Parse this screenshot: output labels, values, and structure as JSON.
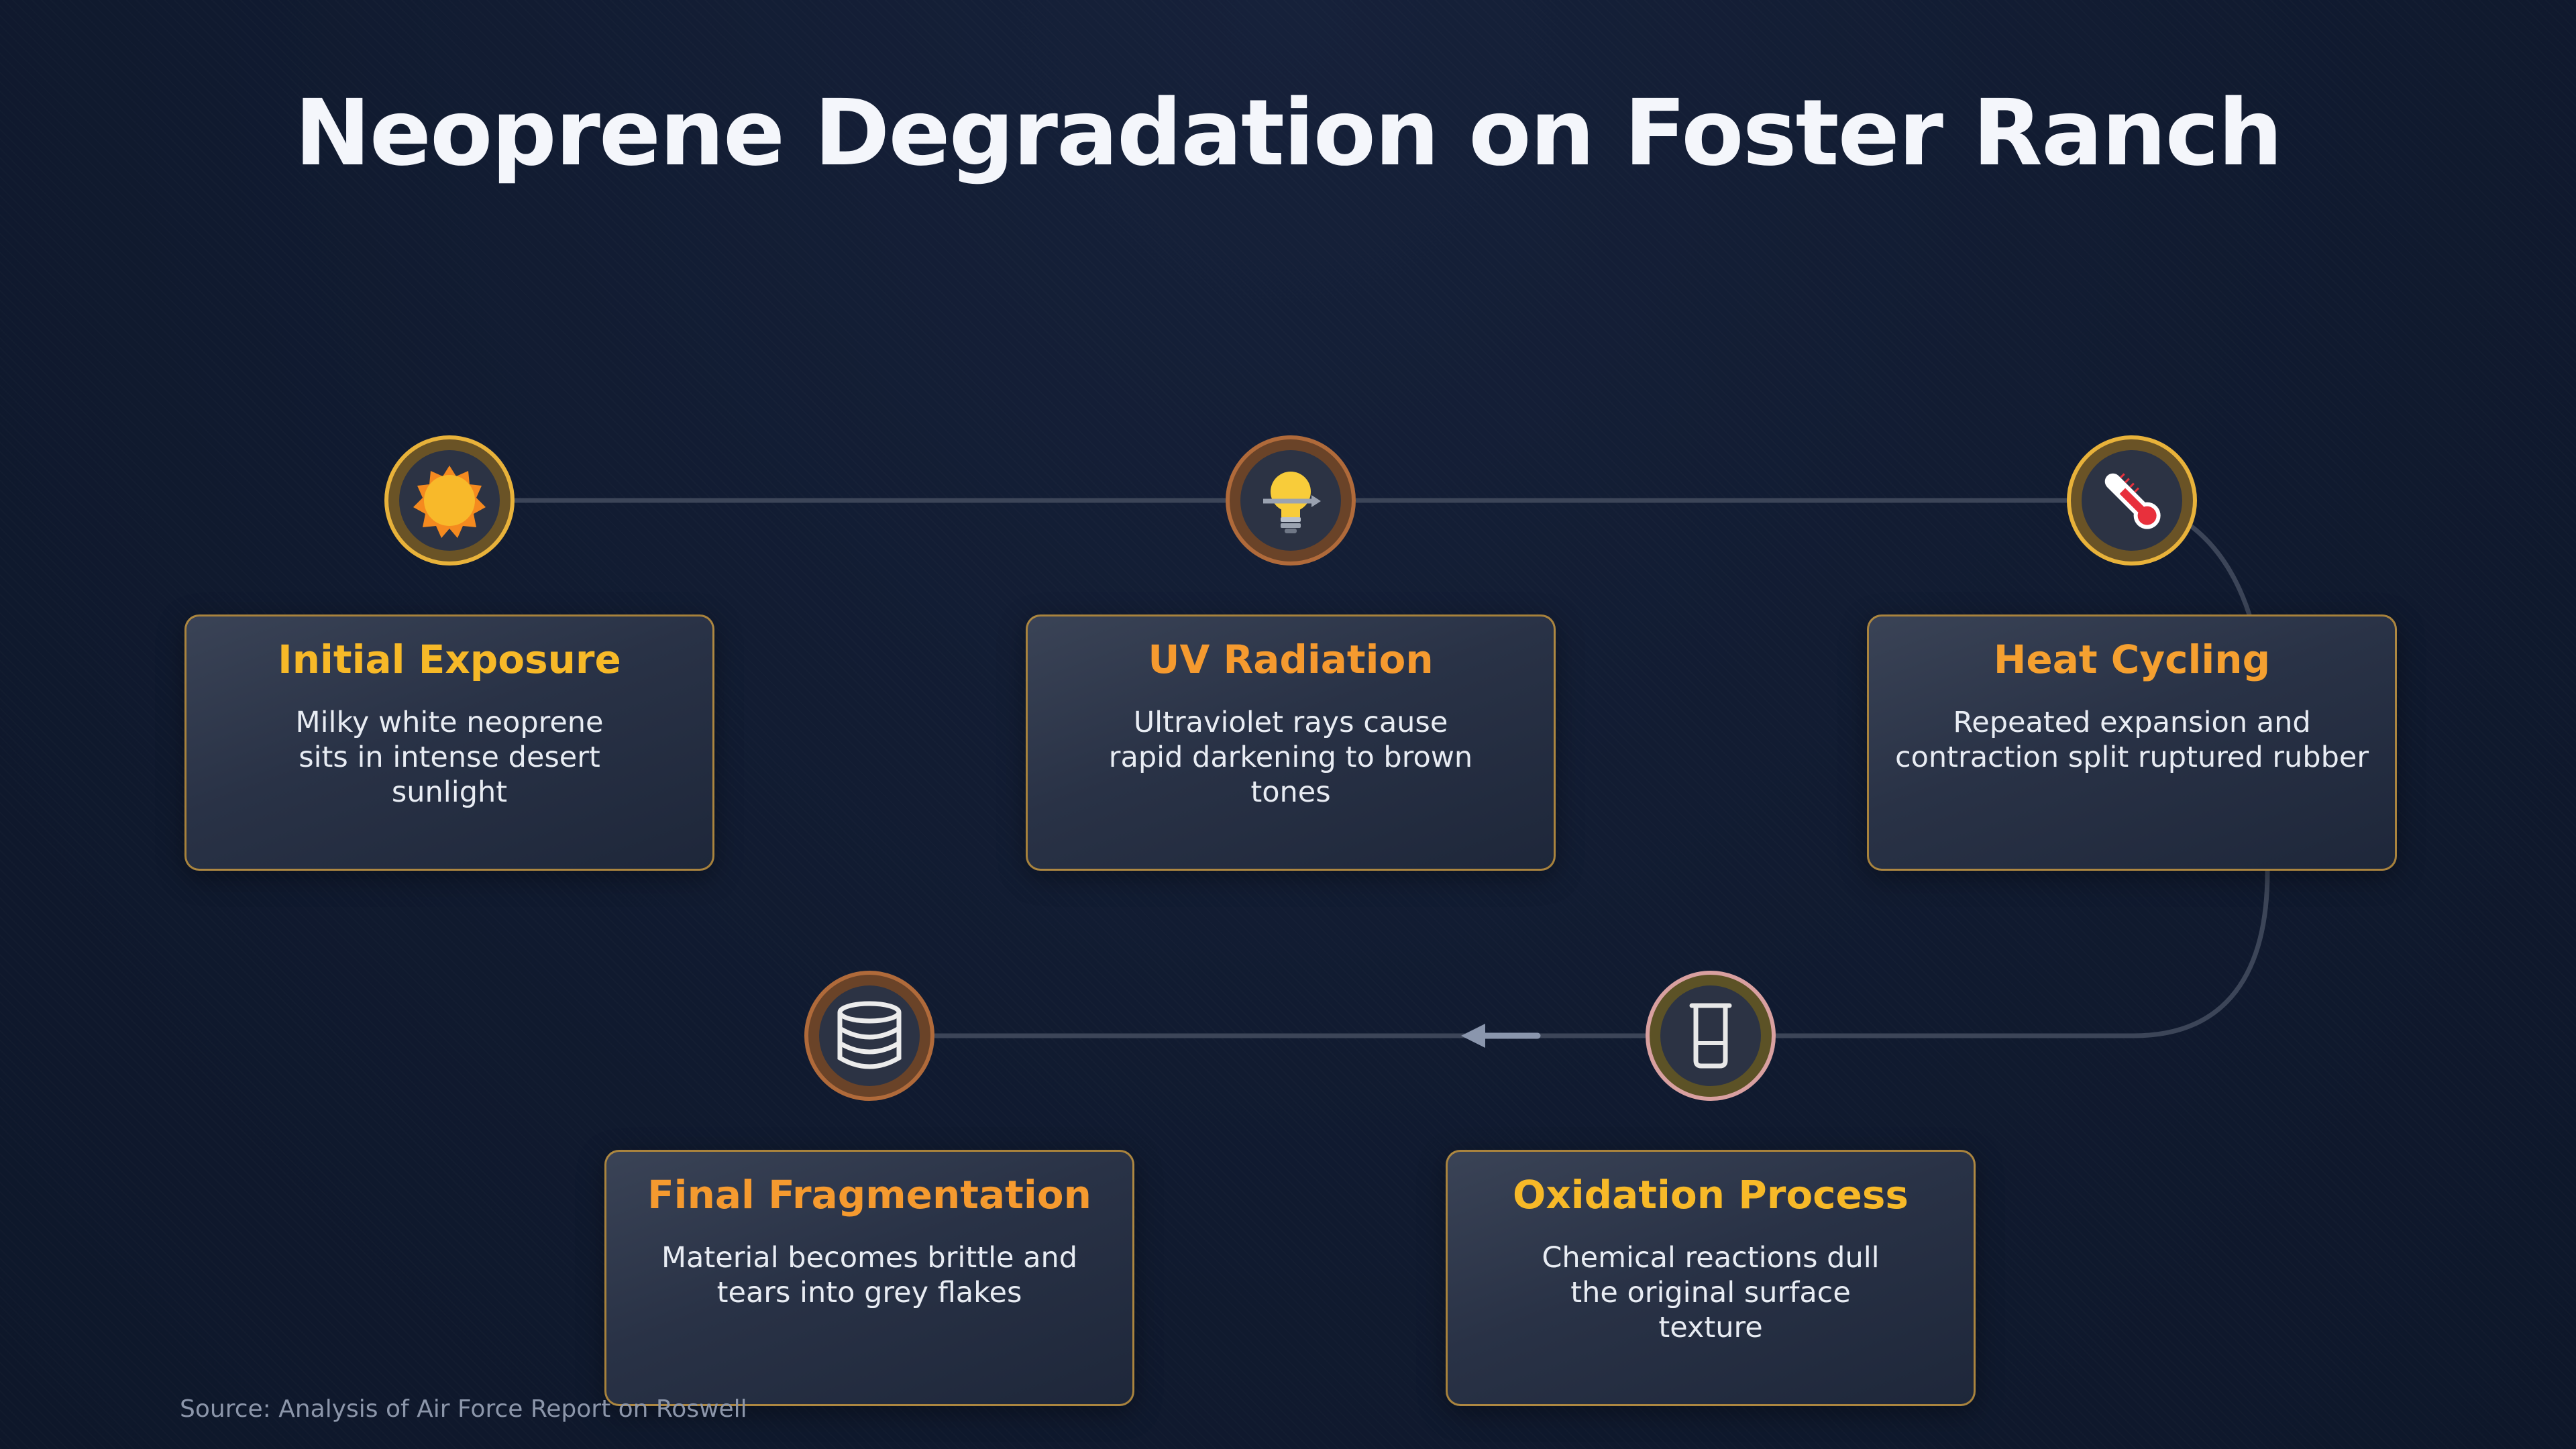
{
  "title": "Neoprene Degradation on Foster Ranch",
  "stages": [
    {
      "title": "Initial Exposure",
      "description": "Milky white neoprene sits in intense desert sunlight",
      "icon": "sun-icon",
      "title_color": "#f7b928"
    },
    {
      "title": "UV Radiation",
      "description": "Ultraviolet rays cause rapid darkening to brown tones",
      "icon": "lightbulb-icon",
      "title_color": "#f59a2f"
    },
    {
      "title": "Heat Cycling",
      "description": "Repeated expansion and contraction split ruptured rubber",
      "icon": "thermometer-icon",
      "title_color": "#f5a030"
    },
    {
      "title": "Oxidation Process",
      "description": "Chemical reactions dull the original surface texture",
      "icon": "beaker-icon",
      "title_color": "#f7b928"
    },
    {
      "title": "Final Fragmentation",
      "description": "Material becomes brittle and tears into grey flakes",
      "icon": "database-icon",
      "title_color": "#f59a2f"
    }
  ],
  "source": "Source: Analysis of Air Force Report on Roswell",
  "colors": {
    "gold_ring": "#e8b23a",
    "bronze_ring": "#b06a3a",
    "connector": "#3c4558",
    "arrow": "#8a96ad"
  }
}
